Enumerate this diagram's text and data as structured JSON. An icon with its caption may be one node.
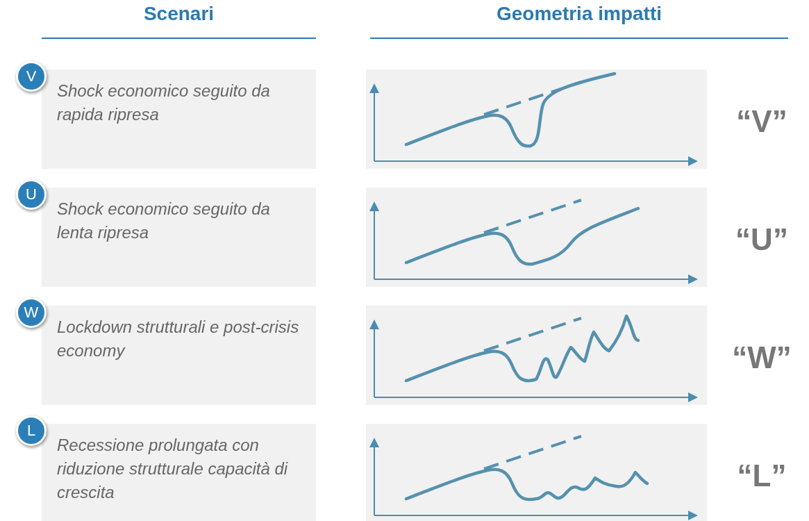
{
  "diagram": {
    "nodes": [
      {
        "text": [
          "V"
        ]
      },
      {
        "text": [
          "Shock economico seguito da rapida ripresa"
        ]
      },
      {
        "text": [],
        "shape": "picture"
      },
      {
        "text": [
          "U"
        ]
      },
      {
        "text": [
          "Shock economico seguito da lenta ripresa"
        ]
      },
      {
        "text": [],
        "shape": "picture"
      },
      {
        "text": [
          "W"
        ]
      },
      {
        "text": [
          "Lockdown strutturali e post-crisis economy"
        ]
      },
      {
        "text": [],
        "shape": "picture"
      },
      {
        "text": [
          "L"
        ]
      },
      {
        "text": [
          "Recessione prolungata con riduzione strutturale capacità di crescita"
        ]
      },
      {
        "text": [],
        "shape": "picture"
      }
    ],
    "edges": [],
    "labels": [
      "Scenari",
      "Geometria impatti",
      "“V”",
      "“U”",
      "“W”",
      "“L”"
    ]
  }
}
